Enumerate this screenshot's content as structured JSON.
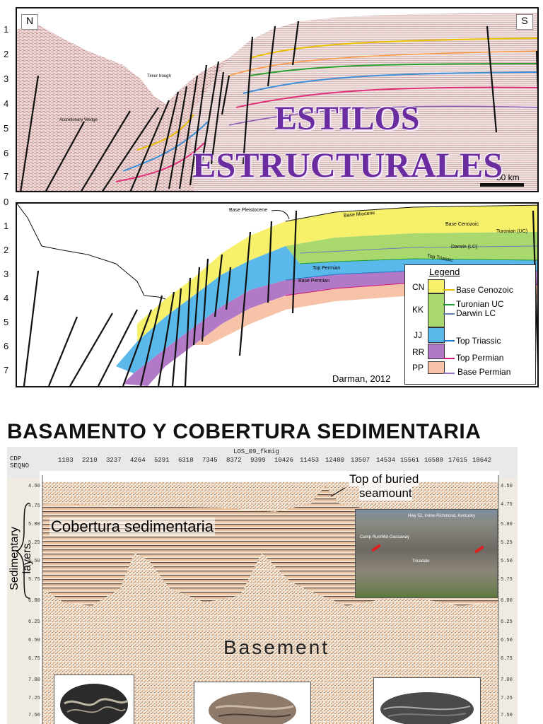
{
  "top_panel": {
    "north_label": "N",
    "south_label": "S",
    "depth_ticks": [
      "1",
      "2",
      "3",
      "4",
      "5",
      "6",
      "7"
    ],
    "annotations": {
      "trough": "Timor trough",
      "wedge": "Accretionary Wedge",
      "scale": "50 km"
    },
    "title_line1": "ESTILOS",
    "title_line2": "ESTRUCTURALES"
  },
  "middle_panel": {
    "depth_ticks": [
      "0",
      "1",
      "2",
      "3",
      "4",
      "5",
      "6",
      "7"
    ],
    "horizons": {
      "base_pleistocene": "Base Pleistocene",
      "base_miocene": "Base Miocene",
      "base_cenozoic": "Base Cenozoic",
      "turonian": "Turonian (UC)",
      "darwin": "Darwin (LC)",
      "top_triassic": "Top Triassic",
      "top_permian": "Top Permian",
      "base_permian": "Base Permian"
    },
    "credit": "Darman, 2012",
    "legend": {
      "title": "Legend",
      "items": [
        {
          "code": "CN",
          "label": "Base Cenozoic",
          "fill": "#f7f06b",
          "line": "#e5b800"
        },
        {
          "code": "KK",
          "label": "Turonian UC",
          "fill": "#a9d86e",
          "line": "#1a9c2e"
        },
        {
          "code": "",
          "label": "Darwin LC",
          "fill": "#a9d86e",
          "line": "#6b7fb8"
        },
        {
          "code": "JJ",
          "label": "Top Triassic",
          "fill": "#5bb8ea",
          "line": "#1f78c8"
        },
        {
          "code": "RR",
          "label": "Top Permian",
          "fill": "#b27ac6",
          "line": "#d4157a"
        },
        {
          "code": "PP",
          "label": "Base Permian",
          "fill": "#f6c2a8",
          "line": "#9a6fc0"
        }
      ]
    }
  },
  "section": {
    "title": "BASAMENTO Y COBERTURA SEDIMENTARIA"
  },
  "bottom_figure": {
    "line_name": "LOS_09_fkmig",
    "header_cdp": "CDP",
    "header_seqno": "SEQNO",
    "cdp_values": [
      "1183",
      "2210",
      "3237",
      "4264",
      "5291",
      "6318",
      "7345",
      "8372",
      "9399",
      "10426",
      "11453",
      "12480",
      "13507",
      "14534",
      "15561",
      "16588",
      "17615",
      "18642"
    ],
    "time_ticks": [
      "4.50",
      "4.75",
      "5.00",
      "5.25",
      "5.50",
      "5.75",
      "6.00",
      "6.25",
      "6.50",
      "6.75",
      "7.00",
      "7.25",
      "7.50"
    ],
    "sedimentary_layers": "Sedimentary layers",
    "cobertura": "Cobertura sedimentaria",
    "seamount_line1": "Top of buried",
    "seamount_line2": "seamount",
    "basement": "Basement",
    "outcrop_caption1": "Hwy 52, Irvine-Richmond, Kentucky",
    "outcrop_caption2": "Camp Run/Mid-Gassaway",
    "outcrop_caption3": "Tricadale"
  }
}
